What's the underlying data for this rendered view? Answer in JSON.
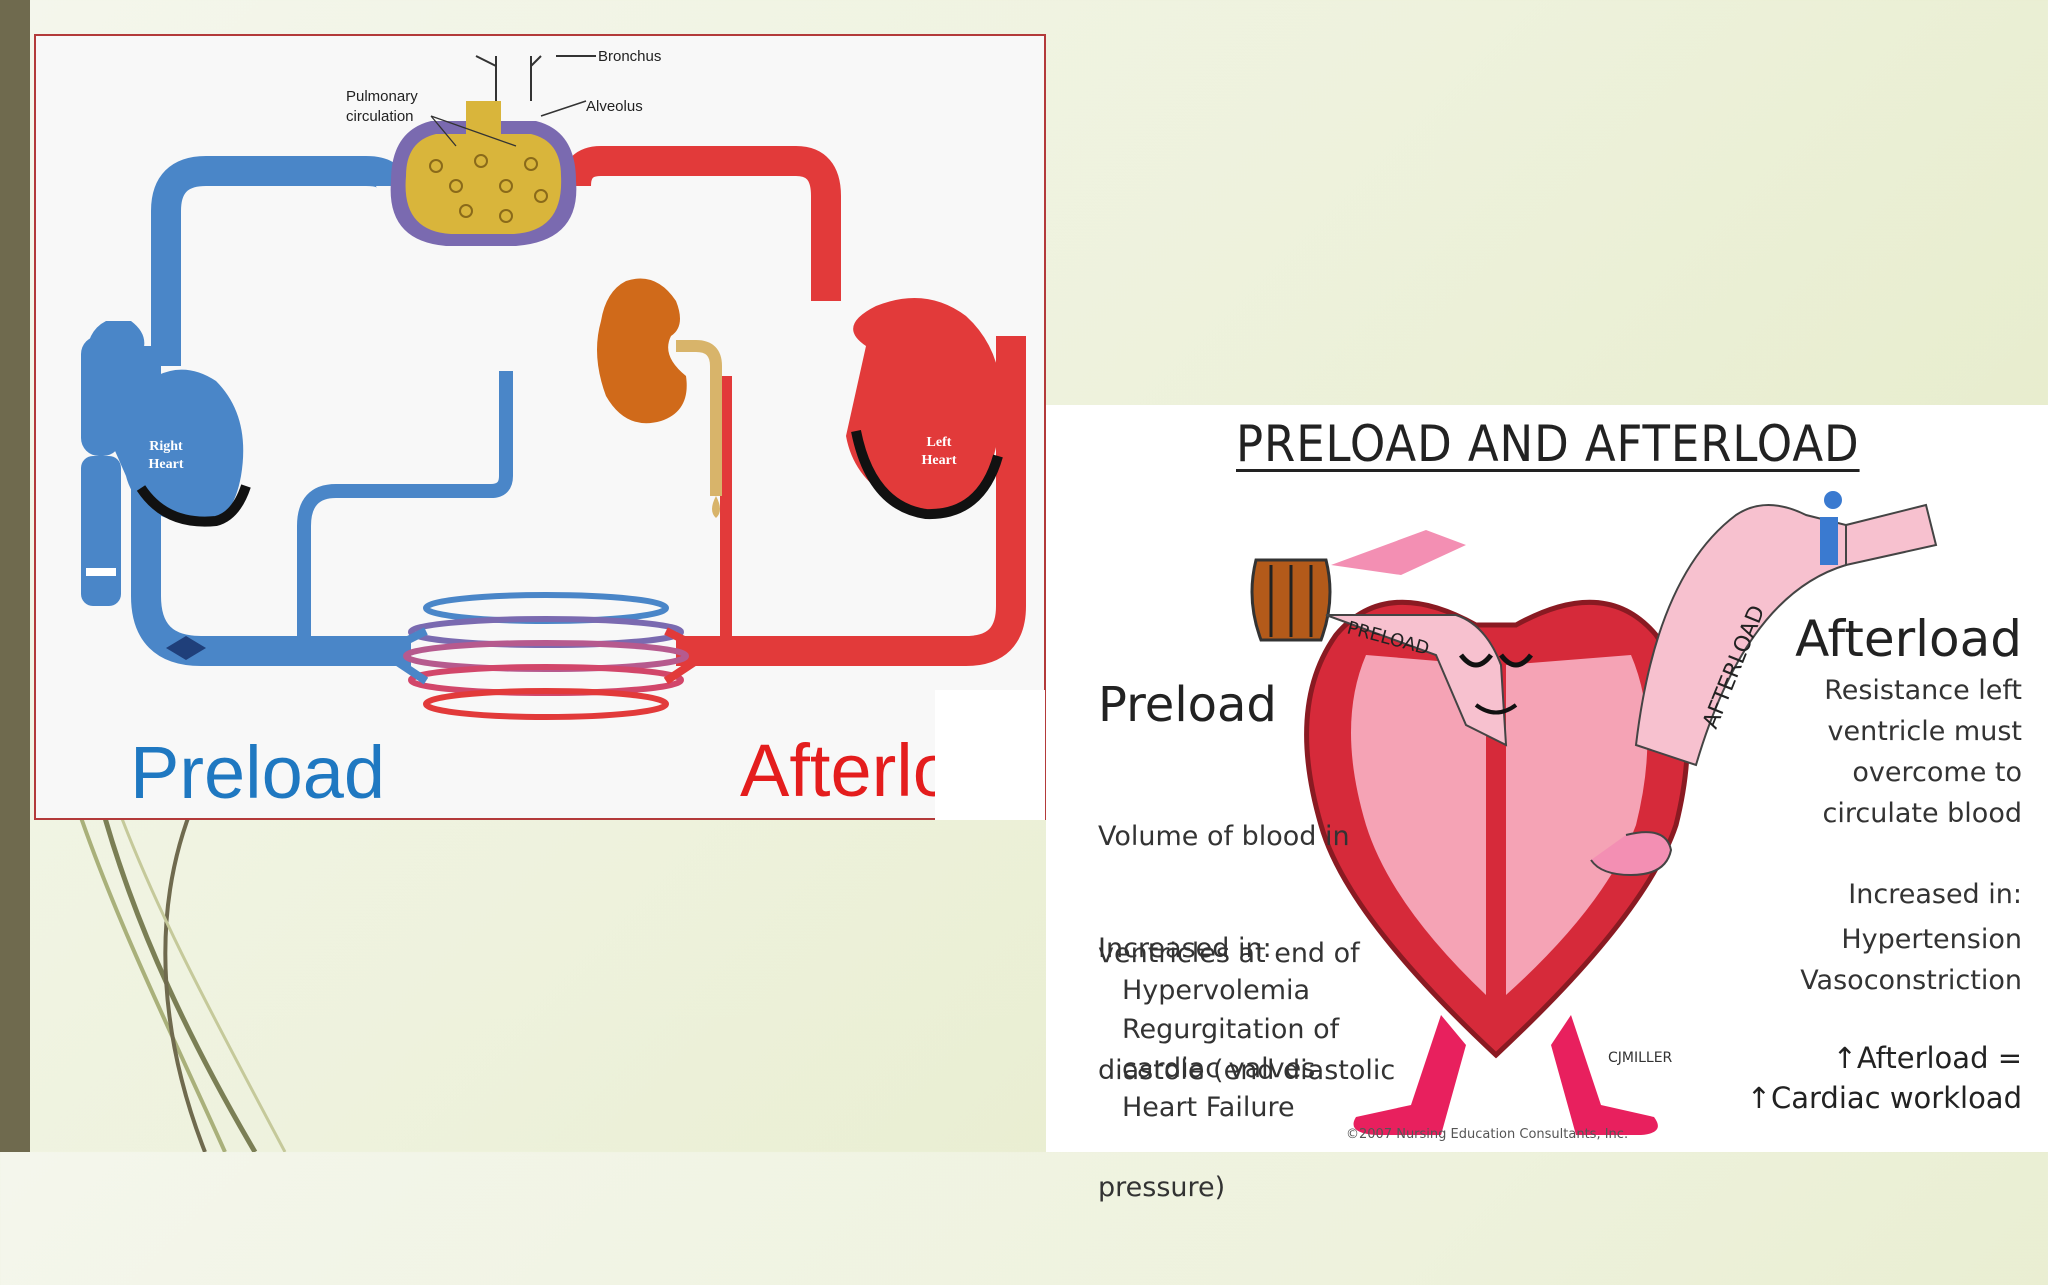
{
  "circulation_figure": {
    "labels": {
      "bronchus": "Bronchus",
      "alveolus": "Alveolus",
      "pulmonary_line1": "Pulmonary",
      "pulmonary_line2": "circulation",
      "right_heart_line1": "Right",
      "right_heart_line2": "Heart",
      "left_heart_line1": "Left",
      "left_heart_line2": "Heart"
    },
    "preload_label": "Preload",
    "afterload_label": "Afterload",
    "colors": {
      "venous": "#4a86c8",
      "arterial": "#e23a3a",
      "preload_text": "#1f78c1",
      "afterload_text": "#e41d1d"
    }
  },
  "cartoon_figure": {
    "title": "PRELOAD AND AFTERLOAD",
    "tube_labels": {
      "preload": "PRELOAD",
      "afterload": "AFTERLOAD"
    },
    "preload": {
      "heading": "Preload",
      "description_lines": [
        "Volume of blood in",
        "ventricles at end of",
        "diastole (end diastolic",
        "pressure)"
      ],
      "increased_title": "Increased in:",
      "increased_items": [
        "Hypervolemia",
        "Regurgitation of",
        "cardiac valves",
        "Heart Failure"
      ]
    },
    "afterload": {
      "heading": "Afterload",
      "description_lines": [
        "Resistance left",
        "ventricle must",
        "overcome to",
        "circulate blood"
      ],
      "increased_title": "Increased in:",
      "increased_items": [
        "Hypertension",
        "Vasoconstriction"
      ],
      "formula_line1": "↑Afterload =",
      "formula_line2": "↑Cardiac workload"
    },
    "signature": "CJMILLER",
    "copyright": "©2007 Nursing Education Consultants, Inc."
  }
}
